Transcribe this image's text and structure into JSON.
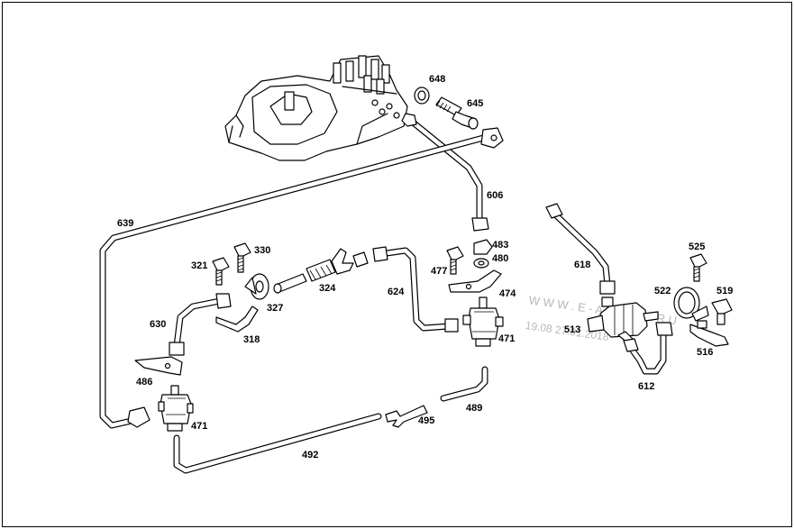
{
  "labels": {
    "p648": "648",
    "p645": "645",
    "p606": "606",
    "p639": "639",
    "p483": "483",
    "p480": "480",
    "p477": "477",
    "p474": "474",
    "p321": "321",
    "p330": "330",
    "p327": "327",
    "p324": "324",
    "p624": "624",
    "p630": "630",
    "p318": "318",
    "p471a": "471",
    "p471b": "471",
    "p486": "486",
    "p492": "492",
    "p495": "495",
    "p489": "489",
    "p618": "618",
    "p525": "525",
    "p522": "522",
    "p519": "519",
    "p513": "513",
    "p516": "516",
    "p612": "612"
  },
  "watermark": {
    "line1": "W W W . E - A U T O S . R U",
    "line2": "19.08 27.01.2018"
  }
}
